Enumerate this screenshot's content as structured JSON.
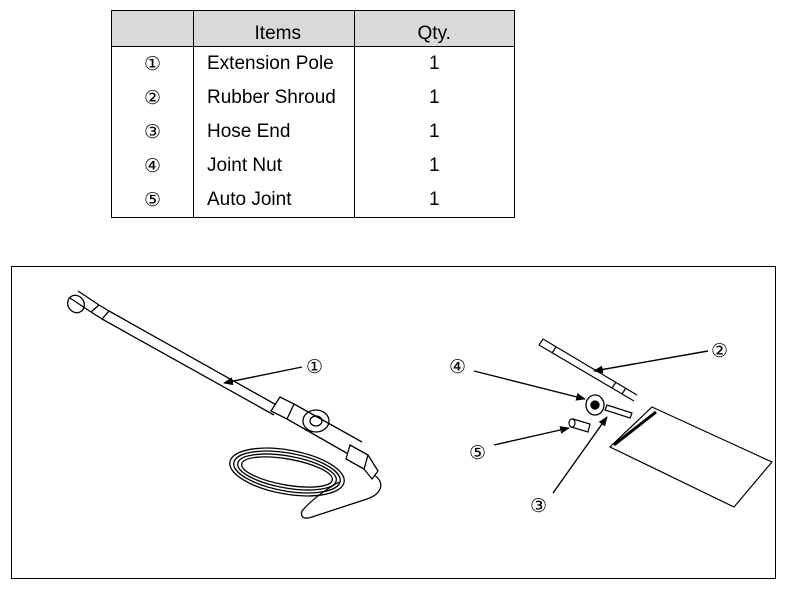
{
  "table": {
    "headers": {
      "num": "",
      "item": "Items",
      "qty": "Qty."
    },
    "rows": [
      {
        "num": "①",
        "item": "Extension Pole",
        "qty": "1"
      },
      {
        "num": "②",
        "item": "Rubber Shroud",
        "qty": "1"
      },
      {
        "num": "③",
        "item": "Hose End",
        "qty": "1"
      },
      {
        "num": "④",
        "item": "Joint Nut",
        "qty": "1"
      },
      {
        "num": "⑤",
        "item": "Auto Joint",
        "qty": "1"
      }
    ]
  },
  "figure": {
    "callouts": {
      "pole": "①",
      "shroud": "②",
      "hose_end": "③",
      "joint_nut": "④",
      "auto_joint": "⑤"
    }
  }
}
